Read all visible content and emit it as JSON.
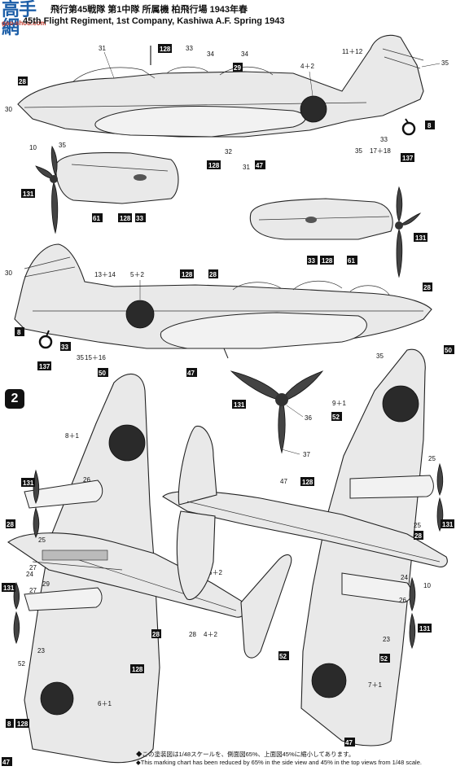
{
  "header": {
    "logo_glyphs": "高手網",
    "logo_url": "gao-shou.com",
    "title_jp": "飛行第45戦隊 第1中隊 所属機 柏飛行場 1943年春",
    "title_en": "45th Flight Regiment, 1st Company, Kashiwa A.F. Spring 1943"
  },
  "section_number": "2",
  "callouts": {
    "c31": "31",
    "c128": "128",
    "c33": "33",
    "c34": "34",
    "c29": "29",
    "c4p2": "4＋2",
    "c11p12": "11＋12",
    "c35": "35",
    "c28": "28",
    "c8": "8",
    "c137": "137",
    "c10": "10",
    "c32": "32",
    "c47": "47",
    "c17p18": "17＋18",
    "c131": "131",
    "c61": "61",
    "c13p14": "13＋14",
    "c5p2": "5＋2",
    "c30": "30",
    "c15p16": "15＋16",
    "c50": "50",
    "c9p1": "9＋1",
    "c52": "52",
    "c37": "37",
    "c8p1": "8＋1",
    "c26": "26",
    "c25": "25",
    "c27": "27",
    "c24": "24",
    "c23": "23",
    "c6p1": "6＋1",
    "c7p1": "7＋1",
    "c36": "36"
  },
  "footnotes": {
    "jp": "◆この塗装図は1/48スケールを、側面図65%、上面図45%に縮小してあります。",
    "en": "◆This marking chart has been reduced by 65% in the side view and 45% in the top views from 1/48 scale."
  },
  "colors": {
    "badge": "#111111",
    "hinomaru": "#2a2a2a",
    "airframe": "#e9e9e9"
  }
}
